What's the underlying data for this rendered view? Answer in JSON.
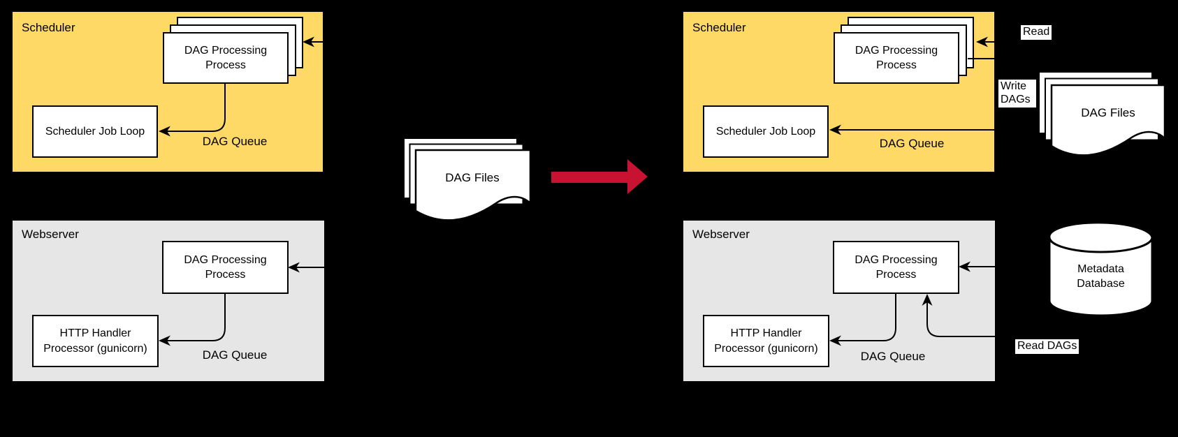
{
  "left_scheduler": {
    "title": "Scheduler",
    "dag_processing": "DAG Processing Process",
    "job_loop": "Scheduler Job Loop",
    "queue": "DAG Queue"
  },
  "left_webserver": {
    "title": "Webserver",
    "dag_processing": "DAG Processing Process",
    "http_handler": "HTTP Handler Processor (gunicorn)",
    "queue": "DAG Queue"
  },
  "middle": {
    "dag_files": "DAG Files"
  },
  "right_scheduler": {
    "title": "Scheduler",
    "dag_processing": "DAG Processing Process",
    "job_loop": "Scheduler Job Loop",
    "queue": "DAG Queue"
  },
  "right_webserver": {
    "title": "Webserver",
    "dag_processing": "DAG Processing Process",
    "http_handler": "HTTP Handler Processor (gunicorn)",
    "queue": "DAG Queue"
  },
  "right_side": {
    "dag_files": "DAG Files",
    "metadata_database": "Metadata Database",
    "read": "Read",
    "write_dags": "Write DAGs",
    "read_dags": "Read DAGs"
  },
  "colors": {
    "background": "#000000",
    "scheduler_fill": "#FFD966",
    "webserver_fill": "#E6E6E6",
    "line": "#000000",
    "transition_arrow": "#C81232",
    "shape_fill": "#FFFFFF"
  }
}
